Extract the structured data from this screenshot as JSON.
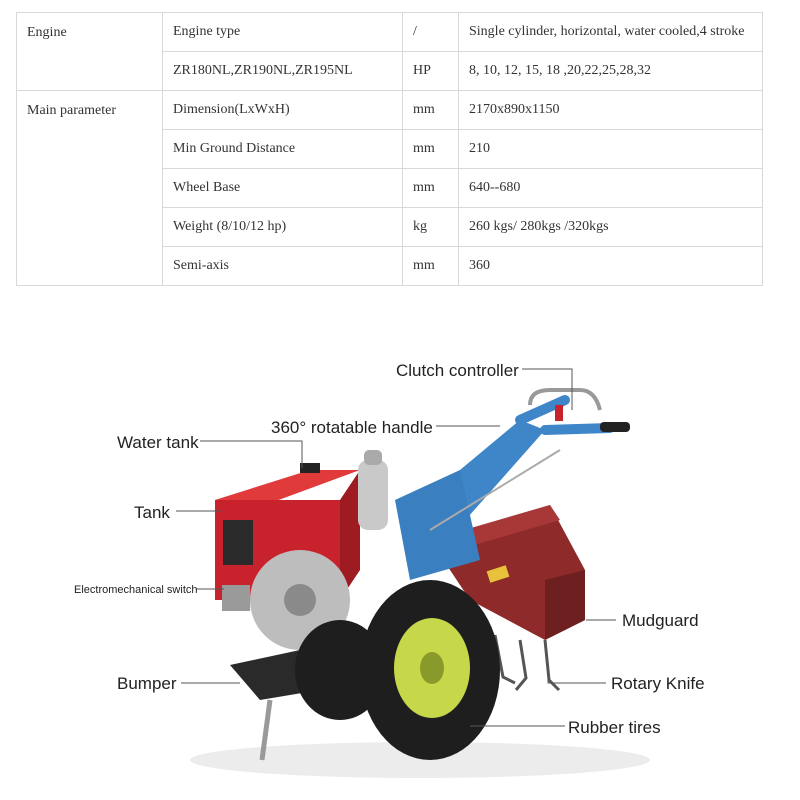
{
  "spec_table": {
    "rows": [
      {
        "category": "Engine",
        "name": "Engine type",
        "unit": "/",
        "value": "Single cylinder, horizontal, water cooled,4 stroke"
      },
      {
        "category": "",
        "name": "ZR180NL,ZR190NL,ZR195NL",
        "unit": "HP",
        "value": "8, 10, 12, 15, 18 ,20,22,25,28,32"
      },
      {
        "category": "Main parameter",
        "name": "Dimension(LxWxH)",
        "unit": "mm",
        "value": "2170x890x1150"
      },
      {
        "category": "",
        "name": "Min Ground Distance",
        "unit": "mm",
        "value": "210"
      },
      {
        "category": "",
        "name": "Wheel Base",
        "unit": "mm",
        "value": "640--680"
      },
      {
        "category": "",
        "name": "Weight (8/10/12 hp)",
        "unit": "kg",
        "value": "260 kgs/ 280kgs /320kgs"
      },
      {
        "category": "",
        "name": "Semi-axis",
        "unit": "mm",
        "value": "360"
      }
    ]
  },
  "diagram": {
    "labels": {
      "clutch_controller": "Clutch controller",
      "rotatable_handle": "360°  rotatable handle",
      "water_tank": "Water tank",
      "tank": "Tank",
      "electromechanical_switch": "Electromechanical switch",
      "bumper": "Bumper",
      "mudguard": "Mudguard",
      "rotary_knife": "Rotary Knife",
      "rubber_tires": "Rubber tires"
    },
    "colors": {
      "engine_red": "#c8232c",
      "frame_blue": "#3f86c8",
      "tiller_red": "#8f2a2a",
      "wheel_rim": "#c6d84a",
      "tire": "#1e1e1e"
    }
  }
}
